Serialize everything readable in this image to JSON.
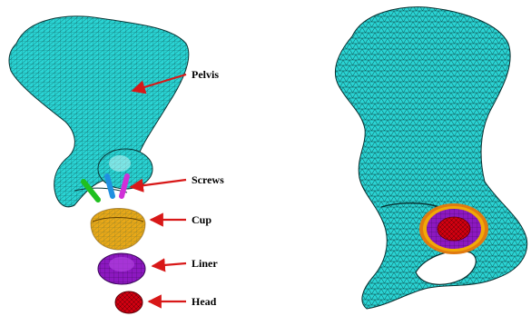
{
  "colors": {
    "bone": "#2ad4d4",
    "mesh": "#0c4a4a",
    "arrow": "#d81818",
    "cup": "#e8a818",
    "liner": "#8c18c0",
    "head": "#d00010",
    "screw_green": "#20c020",
    "screw_blue": "#2090e0",
    "screw_magenta": "#d030d8",
    "socket_orange": "#e07a10"
  },
  "labels": {
    "pelvis": "Pelvis",
    "screws": "Screws",
    "cup": "Cup",
    "liner": "Liner",
    "head": "Head"
  }
}
